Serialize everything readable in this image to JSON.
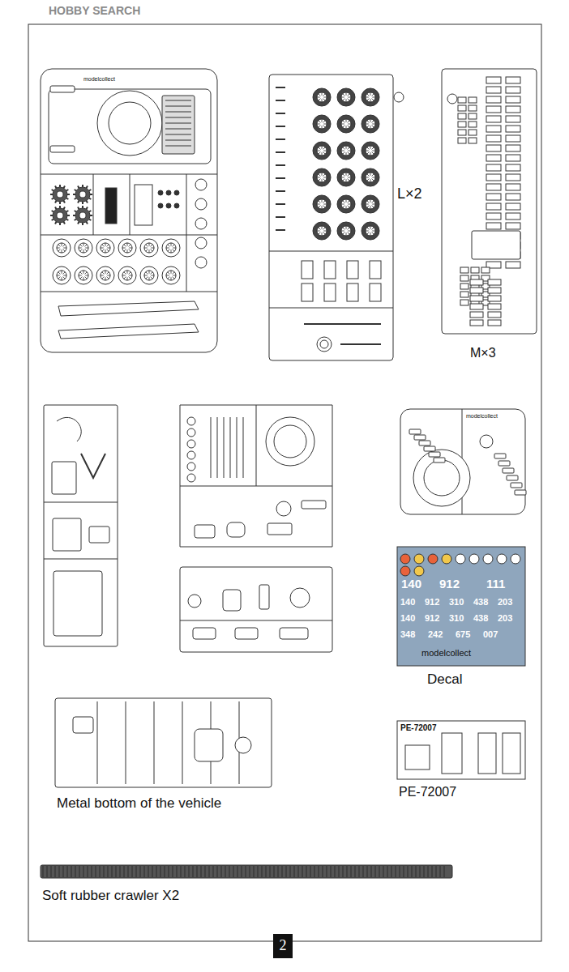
{
  "diagram": {
    "nodes": [
      {
        "text": [
          "2"
        ]
      }
    ],
    "labels": [
      "HOBBY SEARCH",
      "modelcollect",
      "L×2",
      "M×3",
      "modelcollect",
      "140",
      "912",
      "111",
      "140",
      "912",
      "310",
      "438",
      "203",
      "140",
      "912",
      "310",
      "438",
      "203",
      "348",
      "242",
      "675",
      "007",
      "modelcollect",
      "Decal",
      "Metal bottom of the vehicle",
      "PE-72007",
      "PE-72007",
      "Soft rubber crawler X2"
    ]
  }
}
